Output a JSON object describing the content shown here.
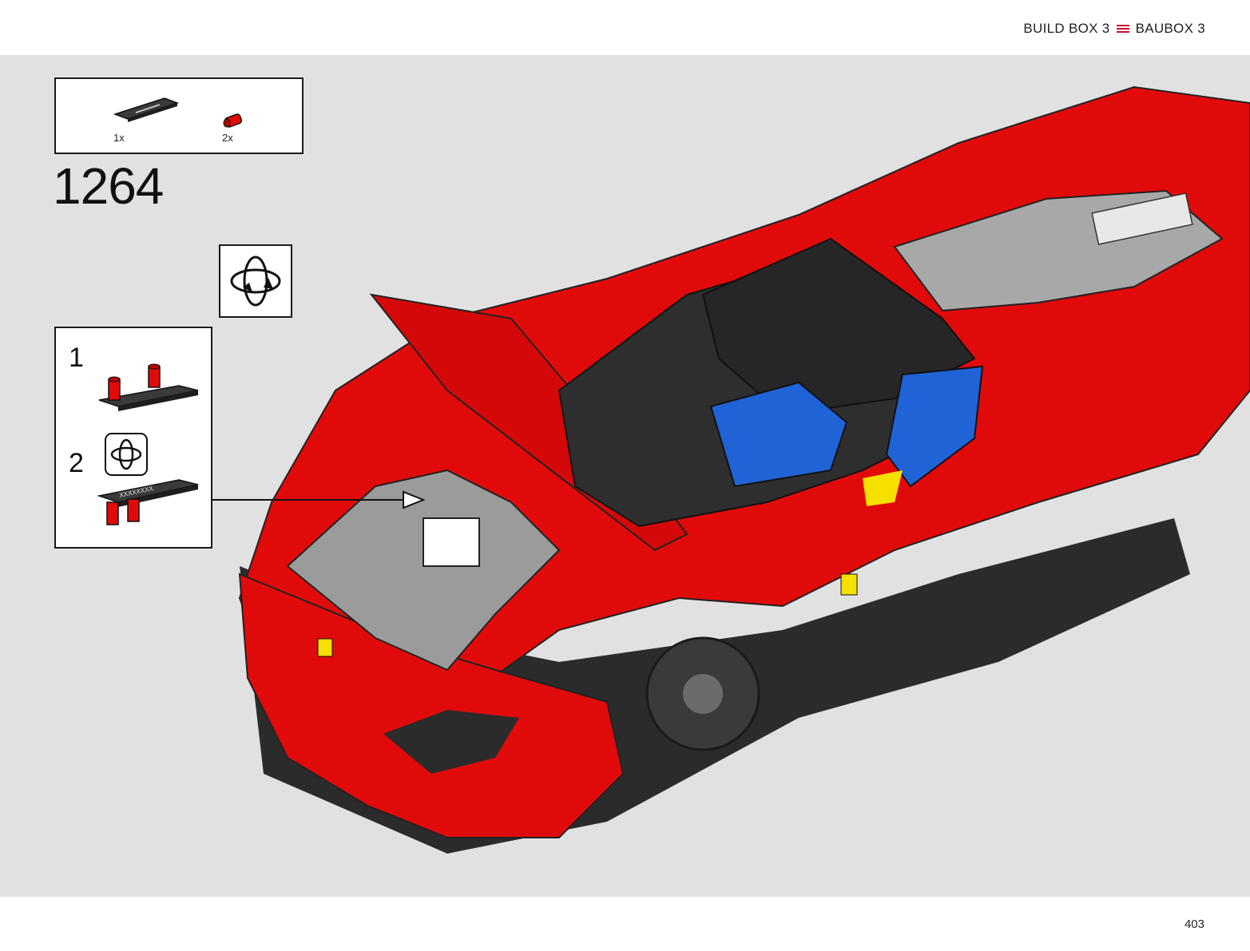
{
  "header": {
    "left_label": "BUILD BOX 3",
    "right_label": "BAUBOX 3",
    "separator_icon": "triple-bar-icon",
    "accent_color": "#c8102e"
  },
  "parts_list": {
    "items": [
      {
        "icon": "printed-plate-icon",
        "quantity": "1x"
      },
      {
        "icon": "red-pin-icon",
        "quantity": "2x"
      }
    ]
  },
  "step": {
    "number": "1264",
    "rotate_icon": "rotate-model-icon"
  },
  "substeps": [
    {
      "number": "1",
      "icon": "plate-with-pins-icon"
    },
    {
      "number": "2",
      "icon": "flip-plate-icon",
      "plate_text": "XXXXXXXX"
    }
  ],
  "illustration": {
    "subject": "red-sports-car-model",
    "primary_color": "#e10a0a",
    "secondary_color": "#2b2b2b",
    "accent_colors": [
      "#1f63d6",
      "#f5e000",
      "#9a9a9a"
    ]
  },
  "footer": {
    "page_number": "403"
  }
}
